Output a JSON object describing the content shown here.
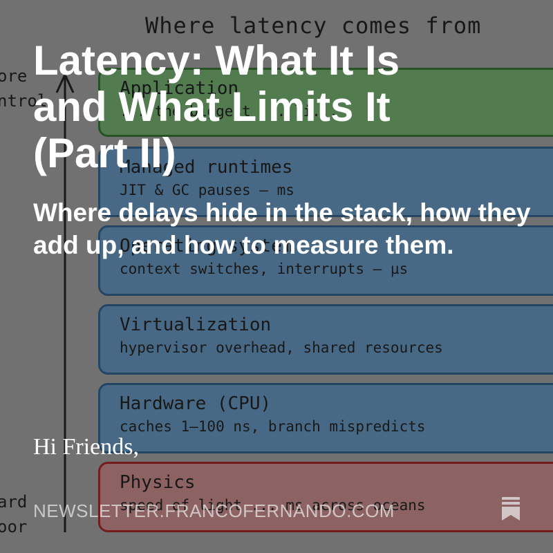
{
  "diagram": {
    "title": "Where latency comes from",
    "axis_top": [
      "ore",
      "ntrol"
    ],
    "axis_bottom": [
      "ard",
      "oor"
    ],
    "layers": [
      {
        "name": "Application",
        "desc": "... the biggest ... li...",
        "color": "green"
      },
      {
        "name": "Managed runtimes",
        "desc": "JIT & GC pauses — ms",
        "color": "blue"
      },
      {
        "name": "Operating system",
        "desc": "context switches, interrupts — µs",
        "color": "blue"
      },
      {
        "name": "Virtualization",
        "desc": "hypervisor overhead, shared resources",
        "color": "blue"
      },
      {
        "name": "Hardware (CPU)",
        "desc": "caches 1–100 ns, branch mispredicts",
        "color": "blue"
      },
      {
        "name": "Physics",
        "desc": "speed of light ... ms across oceans",
        "color": "red"
      }
    ]
  },
  "post": {
    "headline": "Latency: What It Is and What Limits It (Part II)",
    "subtitle": "Where delays hide in the stack, how they add up, and how to measure them.",
    "greeting": "Hi Friends,",
    "site": "NEWSLETTER.FRANCOFERNANDO.COM"
  },
  "icons": {
    "bookmark": "bookmark-icon"
  },
  "colors": {
    "headline_text": "#ffffff",
    "layer_green": "#6fa86a",
    "layer_blue": "#5f8fb7",
    "layer_red": "#c08585"
  }
}
